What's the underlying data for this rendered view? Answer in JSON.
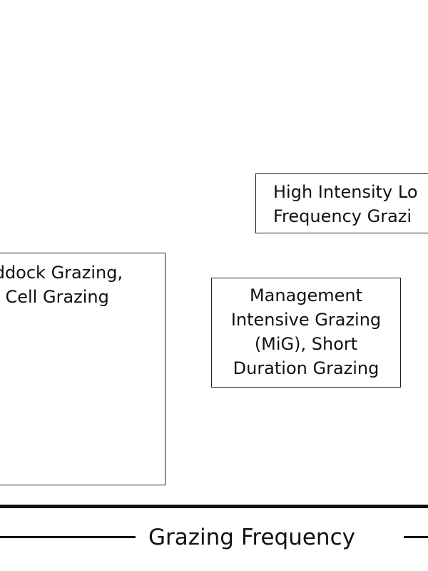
{
  "boxes": {
    "left": {
      "line1": "addock Grazing,",
      "line2": "g, Cell Grazing"
    },
    "middle": {
      "line1": "Management",
      "line2": "Intensive Grazing",
      "line3": "(MiG), Short",
      "line4": "Duration Grazing"
    },
    "top_right": {
      "line1": "High Intensity Lo",
      "line2": "Frequency Grazi"
    }
  },
  "axis": {
    "x_label": "Grazing Frequency"
  }
}
